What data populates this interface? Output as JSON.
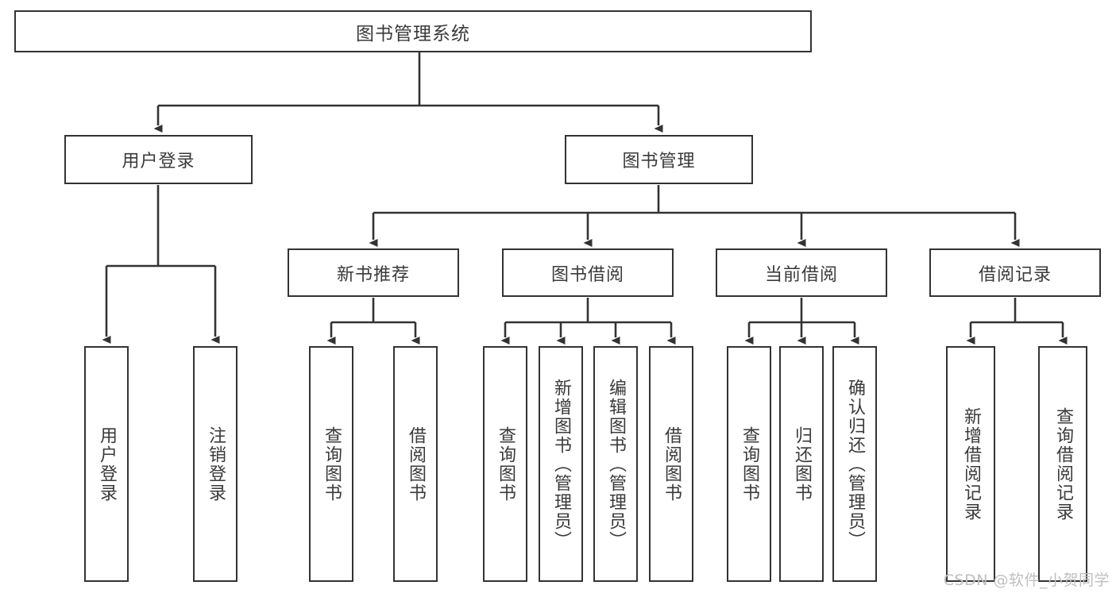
{
  "diagram": {
    "title": "图书管理系统",
    "type": "hierarchy-tree",
    "root": {
      "label": "图书管理系统"
    },
    "level2": [
      {
        "id": "user-login",
        "label": "用户登录"
      },
      {
        "id": "book-management",
        "label": "图书管理"
      }
    ],
    "level3": [
      {
        "id": "new-book-recommend",
        "label": "新书推荐",
        "parent": "book-management"
      },
      {
        "id": "book-borrow",
        "label": "图书借阅",
        "parent": "book-management"
      },
      {
        "id": "current-borrow",
        "label": "当前借阅",
        "parent": "book-management"
      },
      {
        "id": "borrow-record",
        "label": "借阅记录",
        "parent": "book-management"
      }
    ],
    "leaves": [
      {
        "id": "leaf-user-login",
        "label": "用户登录",
        "parent": "user-login"
      },
      {
        "id": "leaf-user-logout",
        "label": "注销登录",
        "parent": "user-login"
      },
      {
        "id": "leaf-query-book-1",
        "label": "查询图书",
        "parent": "new-book-recommend"
      },
      {
        "id": "leaf-borrow-book-1",
        "label": "借阅图书",
        "parent": "new-book-recommend"
      },
      {
        "id": "leaf-query-book-2",
        "label": "查询图书",
        "parent": "book-borrow"
      },
      {
        "id": "leaf-add-book",
        "label": "新增图书（管理员）",
        "parent": "book-borrow"
      },
      {
        "id": "leaf-edit-book",
        "label": "编辑图书（管理员）",
        "parent": "book-borrow"
      },
      {
        "id": "leaf-borrow-book-2",
        "label": "借阅图书",
        "parent": "book-borrow"
      },
      {
        "id": "leaf-query-book-3",
        "label": "查询图书",
        "parent": "current-borrow"
      },
      {
        "id": "leaf-return-book",
        "label": "归还图书",
        "parent": "current-borrow"
      },
      {
        "id": "leaf-confirm-return",
        "label": "确认归还（管理员）",
        "parent": "current-borrow"
      },
      {
        "id": "leaf-add-record",
        "label": "新增借阅记录",
        "parent": "borrow-record"
      },
      {
        "id": "leaf-query-record",
        "label": "查询借阅记录",
        "parent": "borrow-record"
      }
    ]
  },
  "watermark": {
    "text": "CSDN @软件_小贺同学"
  },
  "colors": {
    "border": "#333333",
    "text": "#3a3a3a",
    "background": "#ffffff",
    "watermark": "#bfbfbf"
  }
}
